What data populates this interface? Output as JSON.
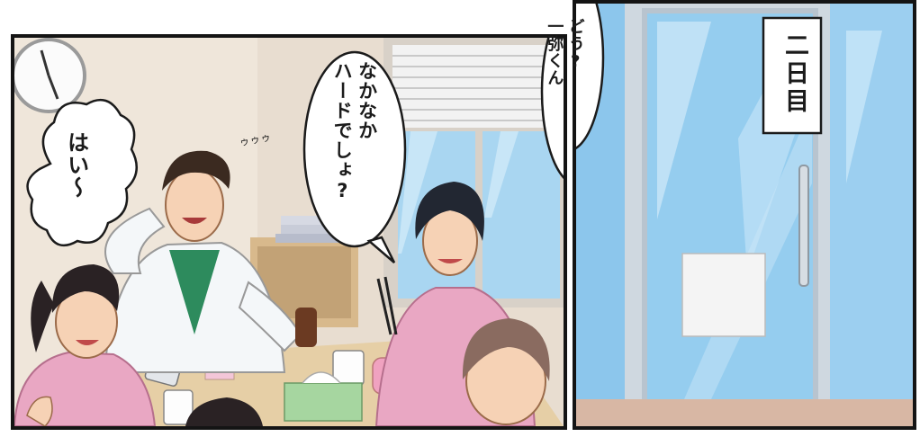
{
  "panels": {
    "right": {
      "sign": "二日目"
    },
    "left": {
      "bubble_doctor": "なかなか\nハードでしょ?",
      "bubble_left_girl": "はい〜",
      "bubble_nurse": "どう?\n一弥くん",
      "sfx": "ゥゥゥ"
    }
  },
  "colors": {
    "panel_border": "#141414",
    "scrub_pink": "#e9a7c3",
    "lab_coat": "#f4f7f9",
    "shirt_green": "#2d8b5d",
    "window_sky": "#9cd0ef",
    "table_wood": "#e6cfa6"
  }
}
